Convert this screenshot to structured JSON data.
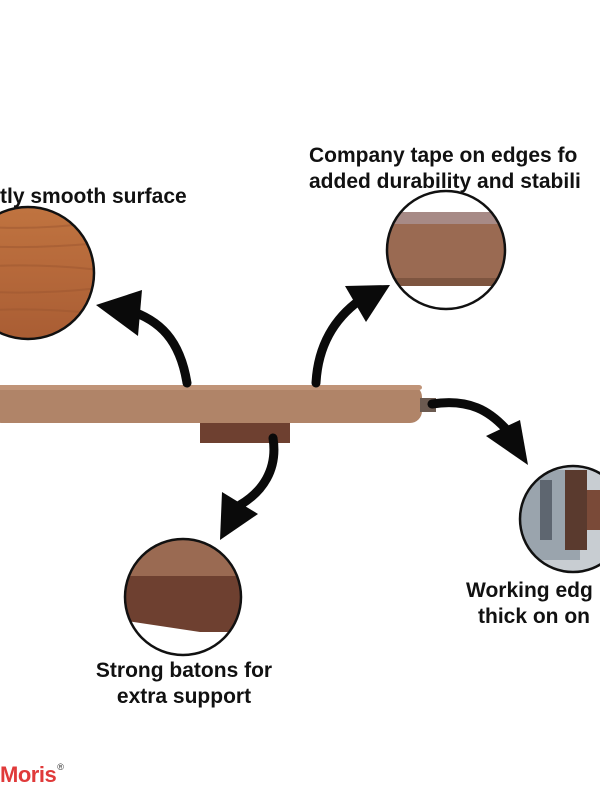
{
  "callouts": {
    "surface": "tly smooth surface",
    "tape_line1": "Company tape on edges fo",
    "tape_line2": "added durability and stabili",
    "batons_line1": "Strong batons for",
    "batons_line2": "extra support",
    "edge_line1": "Working edg",
    "edge_line2": "thick on on"
  },
  "brand": {
    "name": "Moris",
    "mark": "®"
  },
  "colors": {
    "board": "#b08468",
    "board_dark": "#8a5e45",
    "wood_grain": "#b86a3a",
    "baton": "#6e4030",
    "arrow": "#0a0a0a",
    "logo": "#e03a3a"
  },
  "icons": [
    "curved-arrow-icon"
  ]
}
